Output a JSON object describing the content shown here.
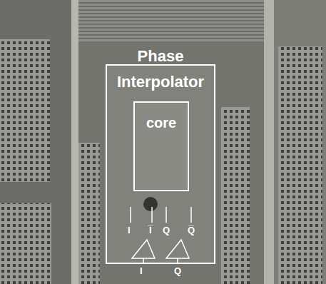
{
  "diagram": {
    "nodes": [
      {
        "text": [
          "Phase Interpolator"
        ]
      },
      {
        "text": [
          "core"
        ],
        "in": 0
      }
    ],
    "labels": [
      "I",
      "I̅",
      "Q",
      "Q̅",
      "I",
      "Q"
    ]
  }
}
